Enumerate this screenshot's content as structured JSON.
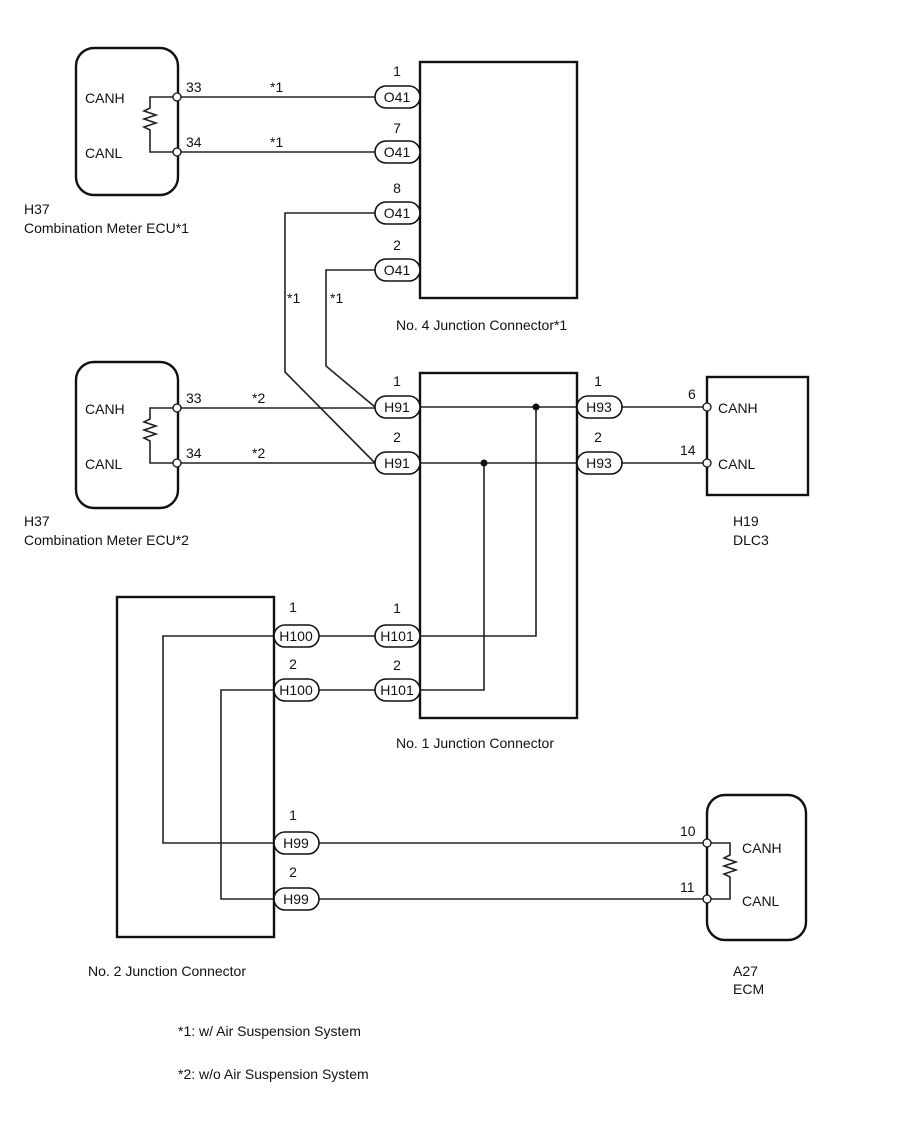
{
  "meter_ecu_1": {
    "code": "H37",
    "name": "Combination Meter ECU*1",
    "canh": "CANH",
    "canl": "CANL",
    "pin_h": "33",
    "pin_l": "34",
    "wire_note": "*1"
  },
  "meter_ecu_2": {
    "code": "H37",
    "name": "Combination Meter ECU*2",
    "canh": "CANH",
    "canl": "CANL",
    "pin_h": "33",
    "pin_l": "34",
    "wire_note": "*2"
  },
  "jc4": {
    "name": "No. 4 Junction Connector*1",
    "connector": "O41",
    "pins": [
      "1",
      "7",
      "8",
      "2"
    ],
    "wire_note": "*1"
  },
  "jc1": {
    "name": "No. 1 Junction Connector",
    "in_connector": "H91",
    "in_pins": [
      "1",
      "2"
    ],
    "out_connector": "H93",
    "out_pins": [
      "1",
      "2"
    ],
    "bottom_connector": "H101",
    "bottom_pins": [
      "1",
      "2"
    ]
  },
  "jc2": {
    "name": "No. 2 Junction Connector",
    "top_connector": "H100",
    "top_pins": [
      "1",
      "2"
    ],
    "bottom_connector": "H99",
    "bottom_pins": [
      "1",
      "2"
    ]
  },
  "dlc3": {
    "code": "H19",
    "name": "DLC3",
    "canh": "CANH",
    "canl": "CANL",
    "pin_h": "6",
    "pin_l": "14"
  },
  "ecm": {
    "code": "A27",
    "name": "ECM",
    "canh": "CANH",
    "canl": "CANL",
    "pin_h": "10",
    "pin_l": "11"
  },
  "footnotes": [
    "*1: w/ Air Suspension System",
    "*2: w/o Air Suspension System"
  ]
}
